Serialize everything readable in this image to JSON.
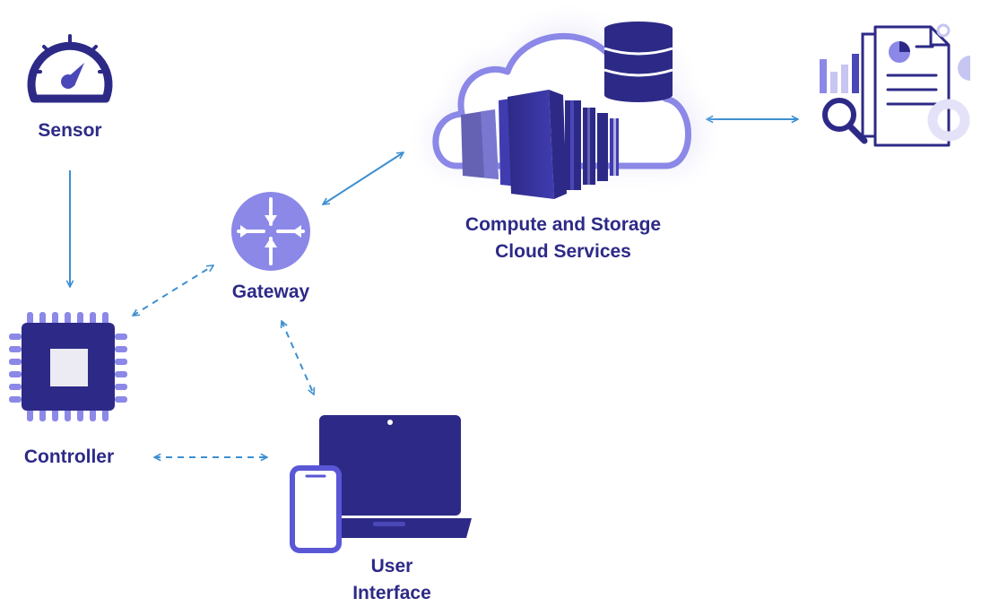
{
  "nodes": {
    "sensor": {
      "label": "Sensor"
    },
    "controller": {
      "label": "Controller"
    },
    "gateway": {
      "label": "Gateway"
    },
    "cloud": {
      "label_line1": "Compute and Storage",
      "label_line2": "Cloud Services"
    },
    "user_interface": {
      "label_line1": "User",
      "label_line2": "Interface"
    },
    "analytics": {
      "label": ""
    }
  },
  "connections": [
    {
      "from": "sensor",
      "to": "controller",
      "style": "solid",
      "direction": "one-way"
    },
    {
      "from": "controller",
      "to": "gateway",
      "style": "dashed",
      "direction": "two-way"
    },
    {
      "from": "gateway",
      "to": "cloud",
      "style": "solid",
      "direction": "two-way"
    },
    {
      "from": "cloud",
      "to": "analytics",
      "style": "solid",
      "direction": "two-way"
    },
    {
      "from": "gateway",
      "to": "user_interface",
      "style": "dashed",
      "direction": "two-way"
    },
    {
      "from": "controller",
      "to": "user_interface",
      "style": "dashed",
      "direction": "two-way"
    }
  ],
  "colors": {
    "navy": "#2d2a87",
    "indigo": "#4a47b8",
    "lavender": "#8b88e8",
    "light_lavender": "#c7c5f2",
    "arrow_blue": "#3d8fd1",
    "chip_gray": "#ecebf3",
    "cloud_glow": "#eeedfb"
  },
  "icons": {
    "sensor": "gauge-icon",
    "controller": "chip-icon",
    "gateway": "router-icon",
    "cloud": "cloud-servers-icon",
    "database": "database-icon",
    "analytics": "report-analytics-icon",
    "user_interface": "laptop-phone-icon"
  }
}
